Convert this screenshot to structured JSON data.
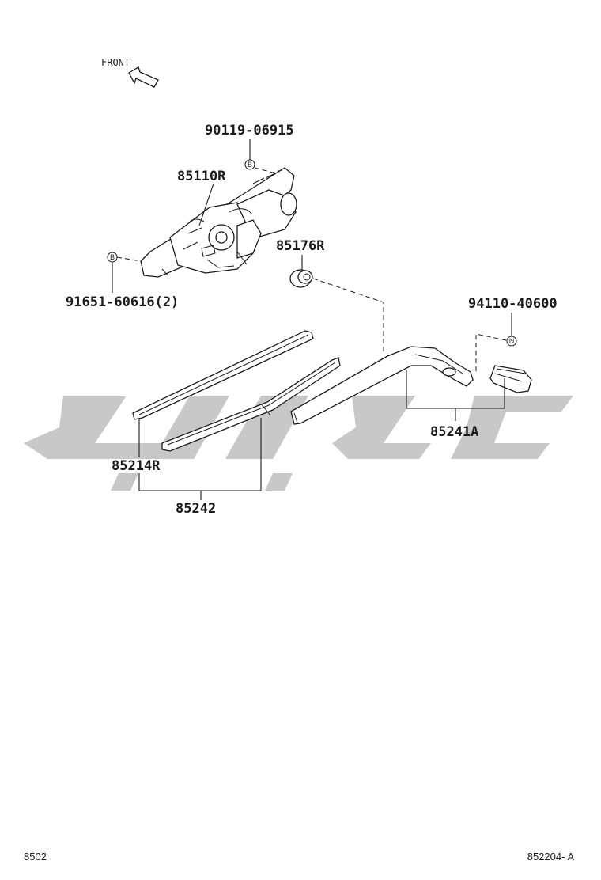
{
  "orientation": {
    "label": "FRONT"
  },
  "parts": [
    {
      "id": "bolt",
      "number": "90119-06915"
    },
    {
      "id": "motor",
      "number": "85110R"
    },
    {
      "id": "cap",
      "number": "85176R"
    },
    {
      "id": "screw",
      "number": "91651-60616(2)"
    },
    {
      "id": "nut",
      "number": "94110-40600"
    },
    {
      "id": "arm",
      "number": "85241A"
    },
    {
      "id": "blade-rubber",
      "number": "85214R"
    },
    {
      "id": "blade-assy",
      "number": "85242"
    }
  ],
  "markers": {
    "bolt": "B",
    "screw": "B",
    "nut": "N"
  },
  "footer": {
    "left": "8502",
    "right": "852204- A"
  },
  "colors": {
    "line": "#1a1a1a",
    "watermark": "#c8c8c8"
  }
}
